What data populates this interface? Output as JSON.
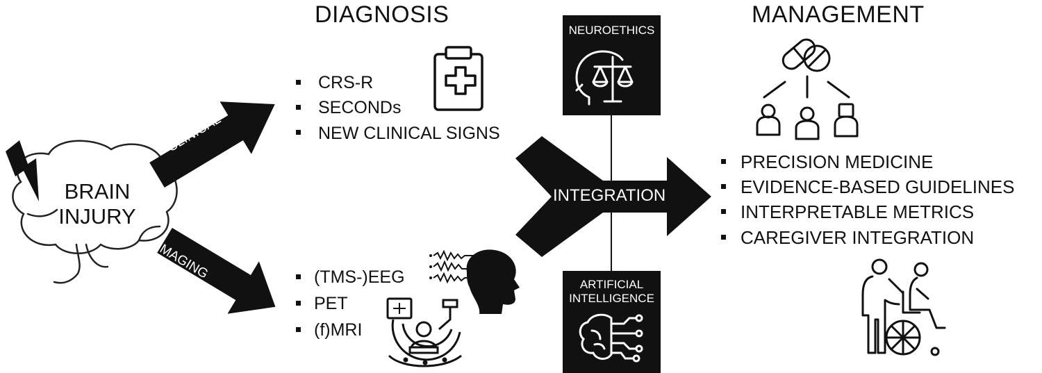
{
  "headers": {
    "diagnosis": "DIAGNOSIS",
    "management": "MANAGEMENT"
  },
  "brain": {
    "line1": "BRAIN",
    "line2": "INJURY"
  },
  "arrows": {
    "clinical": "CLINICAL",
    "imaging": "IMAGING",
    "integration": "INTEGRATION"
  },
  "clinical_items": [
    "CRS-R",
    "SECONDs",
    "NEW CLINICAL SIGNS"
  ],
  "imaging_items": [
    "(TMS-)EEG",
    "PET",
    "(f)MRI"
  ],
  "boxes": {
    "neuroethics": "NEUROETHICS",
    "ai_line1": "ARTIFICIAL",
    "ai_line2": "INTELLIGENCE"
  },
  "management_items": [
    "PRECISION MEDICINE",
    "EVIDENCE-BASED GUIDELINES",
    "INTERPRETABLE METRICS",
    "CAREGIVER INTEGRATION"
  ],
  "icons": [
    "lightning-icon",
    "brain-outline-icon",
    "clipboard-medical-icon",
    "eeg-head-icon",
    "mri-scanner-icon",
    "ethics-scale-icon",
    "ai-brain-circuit-icon",
    "pills-patients-icon",
    "caregiver-wheelchair-icon"
  ],
  "colors": {
    "ink": "#111111",
    "background": "#ffffff"
  }
}
